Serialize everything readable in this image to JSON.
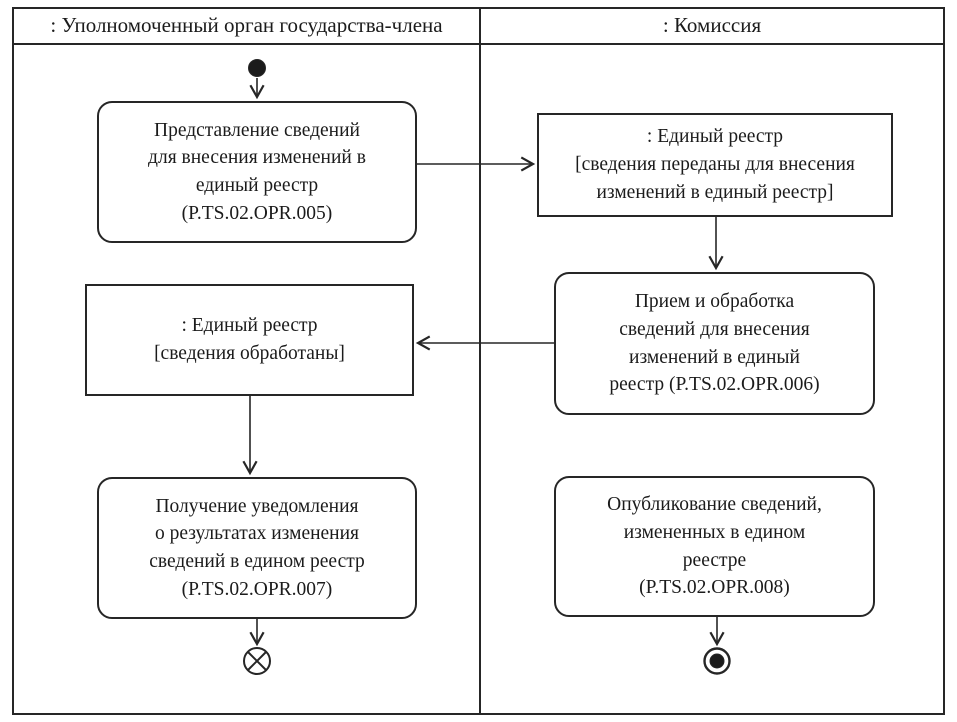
{
  "diagram": {
    "type": "uml-activity-swimlane",
    "lanes": {
      "left": {
        "title": ": Уполномоченный орган государства-члена"
      },
      "right": {
        "title": ": Комиссия"
      }
    },
    "nodes": {
      "action_005": {
        "kind": "action",
        "lane": "left",
        "text": "Представление сведений\nдля внесения изменений в\nединый реестр\n(P.TS.02.OPR.005)"
      },
      "object_transferred": {
        "kind": "object",
        "lane": "right",
        "text": ": Единый реестр\n[сведения переданы для внесения\nизменений в единый реестр]"
      },
      "action_006": {
        "kind": "action",
        "lane": "right",
        "text": "Прием и обработка\nсведений для внесения\nизменений в единый\nреестр (P.TS.02.OPR.006)"
      },
      "object_processed": {
        "kind": "object",
        "lane": "left",
        "text": ": Единый реестр\n[сведения обработаны]"
      },
      "action_007": {
        "kind": "action",
        "lane": "left",
        "text": "Получение уведомления\nо результатах изменения\nсведений в едином реестр\n(P.TS.02.OPR.007)"
      },
      "action_008": {
        "kind": "action",
        "lane": "right",
        "text": "Опубликование сведений,\nизмененных в едином\nреестре\n(P.TS.02.OPR.008)"
      }
    },
    "icons": {
      "initial_node": "filled-circle",
      "flow_final_node": "circle-with-x",
      "activity_final_node": "bullseye"
    },
    "edges": [
      {
        "from": "initial_node",
        "to": "action_005"
      },
      {
        "from": "action_005",
        "to": "object_transferred"
      },
      {
        "from": "object_transferred",
        "to": "action_006"
      },
      {
        "from": "action_006",
        "to": "object_processed"
      },
      {
        "from": "object_processed",
        "to": "action_007"
      },
      {
        "from": "action_007",
        "to": "flow_final_node"
      },
      {
        "from": "action_006",
        "to": "action_008"
      },
      {
        "from": "action_008",
        "to": "activity_final_node"
      }
    ],
    "colors": {
      "line": "#262626",
      "background": "#ffffff"
    }
  }
}
